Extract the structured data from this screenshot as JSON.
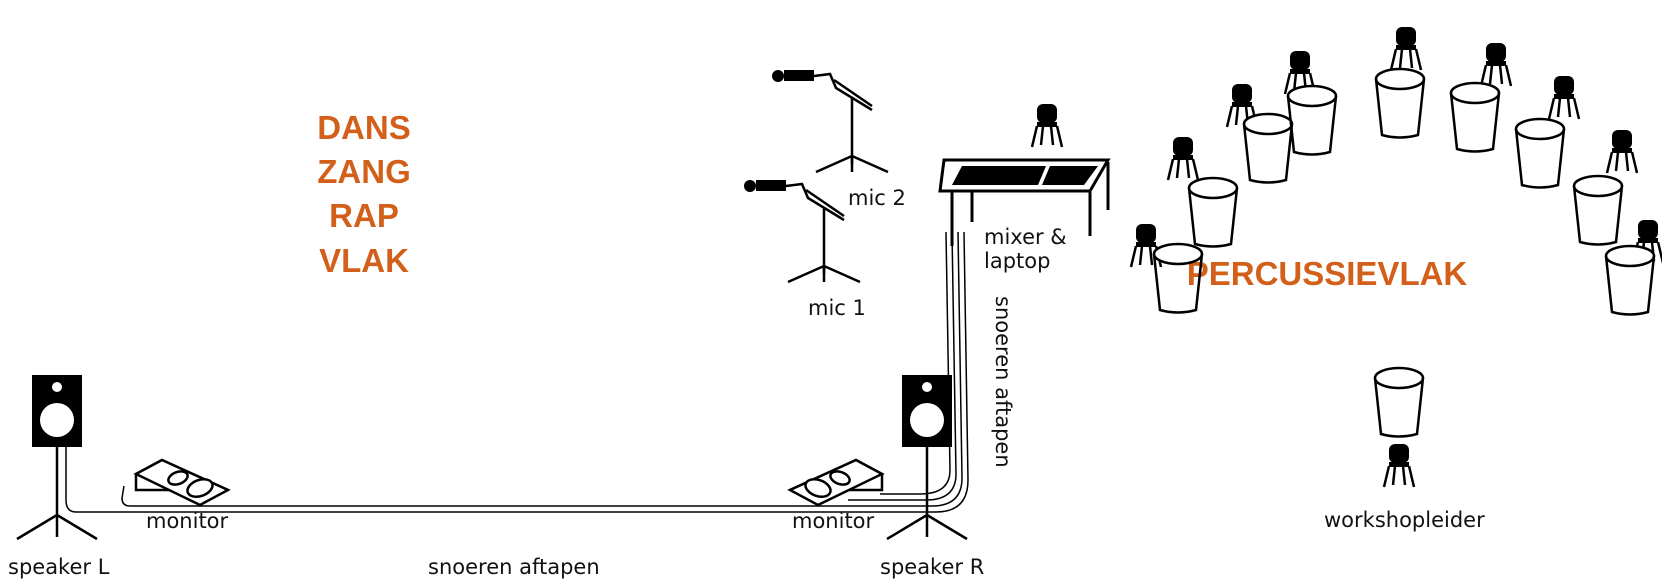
{
  "colors": {
    "accent": "#d2601a",
    "ink": "#000000",
    "background": "#ffffff"
  },
  "zones": {
    "dance": [
      "DANS",
      "ZANG",
      "RAP",
      "VLAK"
    ],
    "percussion": "PERCUSSIEVLAK"
  },
  "labels": {
    "speaker_left": "speaker L",
    "speaker_right": "speaker R",
    "monitor_left": "monitor",
    "monitor_right": "monitor",
    "cables_bottom": "snoeren aftapen",
    "cables_vertical": "snoeren aftapen",
    "mic1": "mic 1",
    "mic2": "mic 2",
    "mixer_line1": "mixer &",
    "mixer_line2": "laptop",
    "leader": "workshopleider"
  },
  "icons": [
    "speaker-icon",
    "monitor-wedge-icon",
    "mic-stand-icon",
    "table-icon",
    "chair-icon",
    "drum-icon"
  ]
}
